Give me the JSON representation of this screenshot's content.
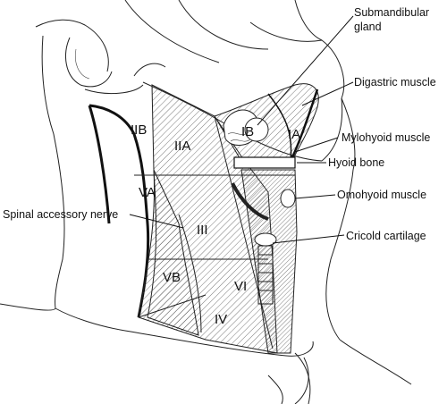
{
  "labels": {
    "submandibular_line1": "Submandibular",
    "submandibular_line2": "gland",
    "digastric": "Digastric muscle",
    "mylohyoid": "Mylohyoid muscle",
    "hyoid": "Hyoid bone",
    "omohyoid": "Omohyoid muscle",
    "cricoid": "Cricold cartilage",
    "spinal_accessory": "Spinal accessory nerve"
  },
  "levels": {
    "IA": "IA",
    "IB": "IB",
    "IIA": "IIA",
    "IIB": "IIB",
    "III": "III",
    "IV": "IV",
    "VA": "VA",
    "VB": "VB",
    "VI": "VI"
  },
  "colors": {
    "ink": "#222222",
    "hatch": "#555555",
    "background": "#ffffff"
  }
}
